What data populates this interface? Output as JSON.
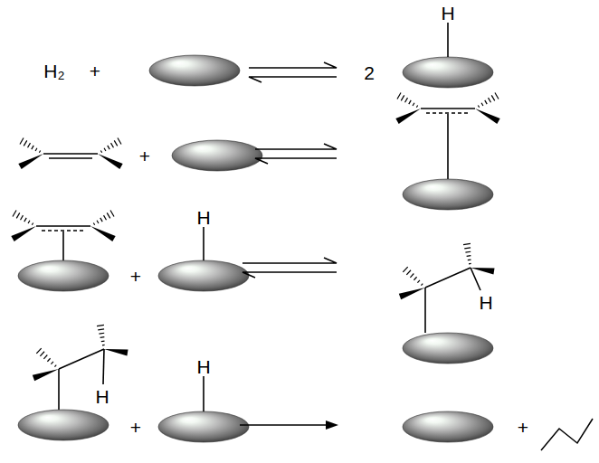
{
  "diagram": {
    "labels": [
      "H₂",
      "+",
      "2",
      "H",
      "+",
      "+",
      "H",
      "H",
      "H",
      "+",
      "H",
      "+"
    ]
  }
}
